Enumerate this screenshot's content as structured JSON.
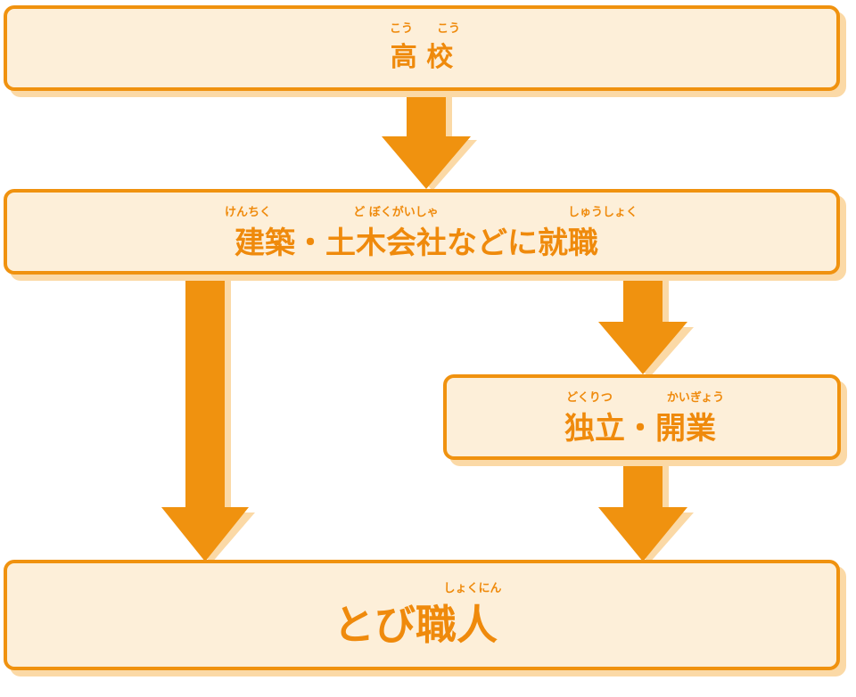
{
  "colors": {
    "accent": "#f0920f",
    "box_fill": "#fdefd9",
    "shadow": "#fbd9a6",
    "text": "#ef8a0c"
  },
  "nodes": {
    "high_school": {
      "label": "高 校",
      "ruby": [
        "こう",
        "こう"
      ]
    },
    "employment": {
      "label": "建築・土木会社などに就職",
      "ruby": [
        "けんちく",
        "ど ぼくがいしゃ",
        "しゅうしょく"
      ]
    },
    "independence": {
      "label": "独立・開業",
      "ruby": [
        "どくりつ",
        "かいぎょう"
      ]
    },
    "tobi_shokunin": {
      "label": "とび職人",
      "ruby": [
        "しょくにん"
      ]
    }
  }
}
